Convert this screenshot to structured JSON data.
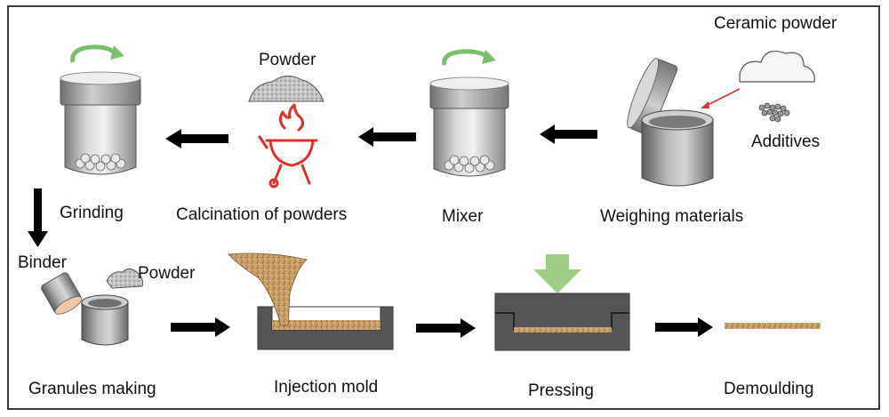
{
  "top_row": {
    "ceramic_powder": "Ceramic powder",
    "additives": "Additives",
    "weighing": "Weighing materials",
    "mixer": "Mixer",
    "powder": "Powder",
    "calcination": "Calcination of powders",
    "grinding": "Grinding"
  },
  "bottom_row": {
    "binder": "Binder",
    "powder": "Powder",
    "granules": "Granules making",
    "injection": "Injection mold",
    "pressing": "Pressing",
    "demoulding": "Demoulding"
  },
  "colors": {
    "arrow": "#000000",
    "rotation_arrow": "#7cbf6a",
    "press_arrow": "#9ccf84",
    "mold": "#555555",
    "sand": "#c79a5e",
    "flame": "#e0302a"
  }
}
